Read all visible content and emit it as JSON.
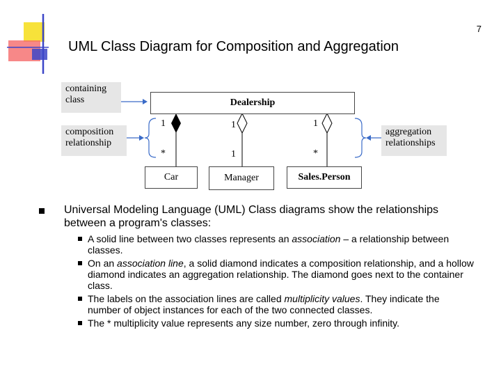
{
  "page_number": "7",
  "title": "UML Class Diagram for Composition and Aggregation",
  "diagram": {
    "containing_note": "containing class",
    "composition_note": "composition relationship",
    "aggregation_note": "aggregation relationships",
    "classes": {
      "dealership": "Dealership",
      "car": "Car",
      "manager": "Manager",
      "salesperson": "Sales.Person"
    },
    "multiplicities": {
      "car_top": "1",
      "car_bottom": "*",
      "manager_top": "1",
      "manager_bottom": "1",
      "sales_top": "1",
      "sales_bottom": "*"
    }
  },
  "bullets": {
    "main": "Universal Modeling Language (UML) Class diagrams show the relationships between a program's classes:",
    "sub": [
      {
        "pre": "A solid line between two classes represents an ",
        "em": "association",
        "post": " – a relationship between classes."
      },
      {
        "pre": "On an ",
        "em": "association line",
        "post": ", a solid diamond indicates a composition relationship, and a hollow diamond indicates an aggregation relationship. The diamond goes next to the container class."
      },
      {
        "pre": "The labels on the association lines are called ",
        "em": "multiplicity values",
        "post": ". They indicate the number of object instances for each of the two connected classes."
      },
      {
        "pre": "The * multiplicity value represents any size number, zero through infinity.",
        "em": "",
        "post": ""
      }
    ]
  },
  "colors": {
    "deco_yellow": "#f7e23a",
    "deco_red": "#f56a6a",
    "deco_blue": "#3c46c8",
    "note_bg": "#e6e6e6",
    "arrow_blue": "#3a6bc8"
  }
}
